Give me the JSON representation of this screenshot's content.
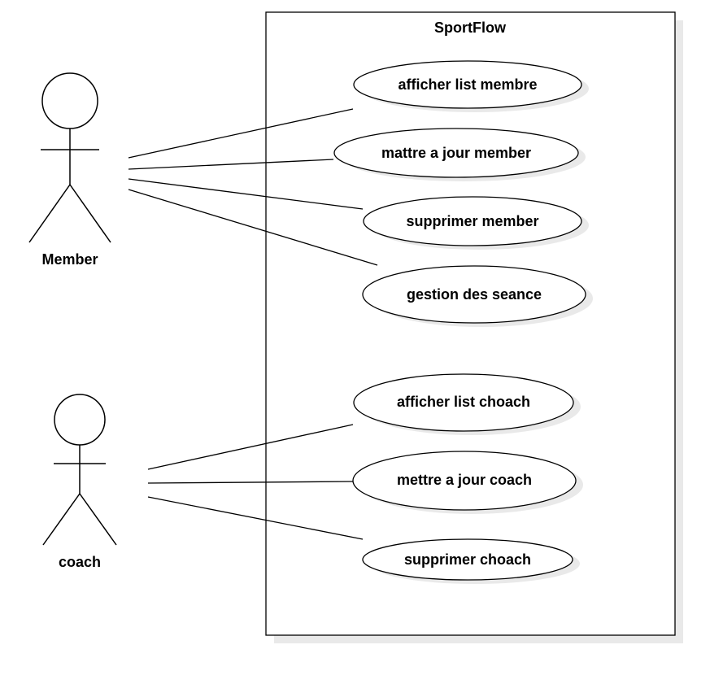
{
  "system": {
    "title": "SportFlow"
  },
  "actors": [
    {
      "id": "member",
      "label": "Member"
    },
    {
      "id": "coach",
      "label": "coach"
    }
  ],
  "use_cases": [
    {
      "id": "uc1",
      "label": "afficher list membre",
      "actor": "member"
    },
    {
      "id": "uc2",
      "label": "mattre a jour member",
      "actor": "member"
    },
    {
      "id": "uc3",
      "label": "supprimer member",
      "actor": "member"
    },
    {
      "id": "uc4",
      "label": "gestion des seance",
      "actor": "member"
    },
    {
      "id": "uc5",
      "label": "afficher list choach",
      "actor": "coach"
    },
    {
      "id": "uc6",
      "label": "mettre a jour coach",
      "actor": "coach"
    },
    {
      "id": "uc7",
      "label": "supprimer choach",
      "actor": "coach"
    }
  ]
}
